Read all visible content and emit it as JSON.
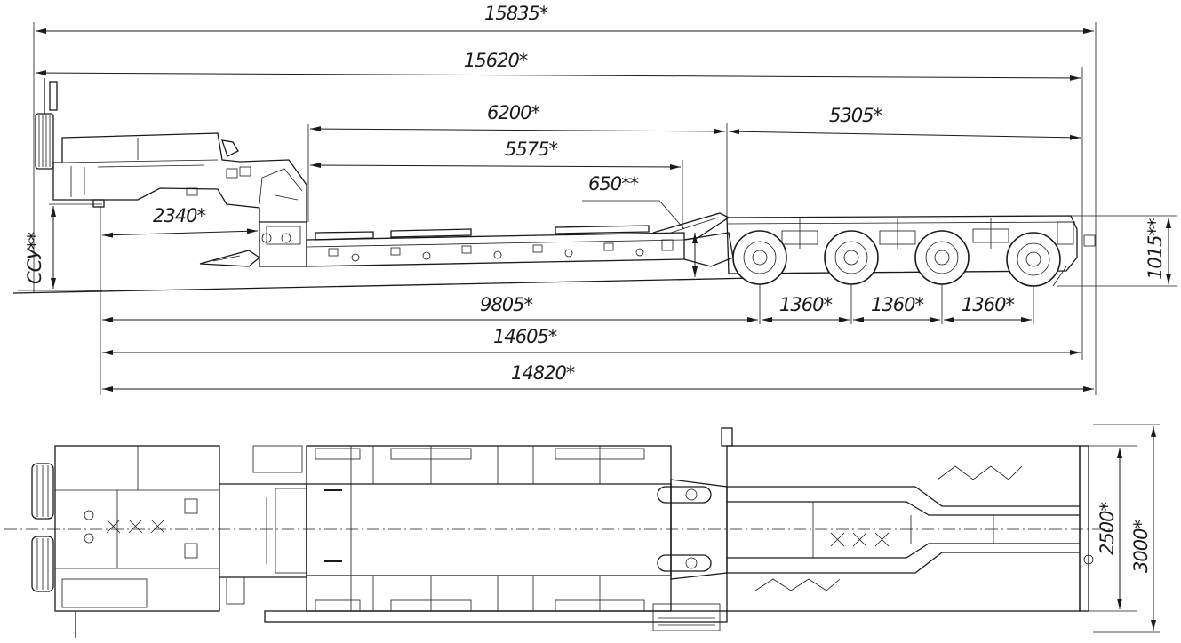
{
  "side_view": {
    "dims": {
      "overall_length": "15835*",
      "length_frame": "15620*",
      "deck_length_full": "6200*",
      "deck_length": "5575*",
      "rear_overhang": "5305*",
      "ramp_height": "650**",
      "gooseneck": "2340*",
      "kingpin_height": "ССУ**",
      "deck_height": "1015**",
      "kingpin_to_axle": "9805*",
      "axle_spacing_1": "1360*",
      "axle_spacing_2": "1360*",
      "axle_spacing_3": "1360*",
      "length_to_rear": "14605*",
      "length_to_bumper": "14820*"
    }
  },
  "top_view": {
    "dims": {
      "inner_width": "2500*",
      "outer_width": "3000*"
    }
  }
}
